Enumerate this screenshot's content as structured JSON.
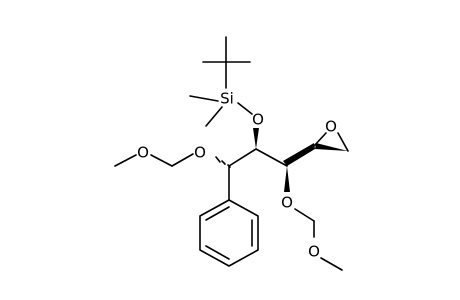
{
  "molecule": {
    "atom_labels": {
      "si": "Si",
      "o_silyl": "O",
      "o_epoxide": "O",
      "o_mom_left_1": "O",
      "o_mom_left_2": "O",
      "o_mom_right_1": "O",
      "o_mom_right_2": "O"
    }
  }
}
